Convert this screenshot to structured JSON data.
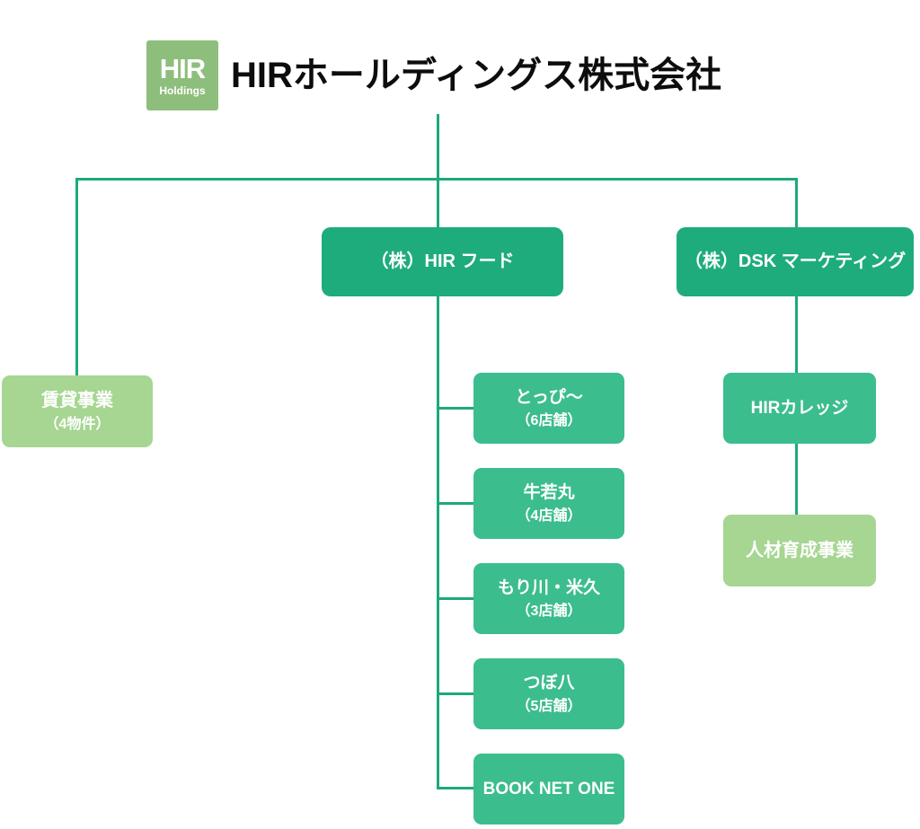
{
  "header": {
    "logo": {
      "line1": "HIR",
      "line2": "Holdings"
    },
    "title": "HIRホールディングス株式会社"
  },
  "tree": {
    "rental": {
      "label": "賃貸事業",
      "sublabel": "（4物件）"
    },
    "food": {
      "label": "（株）HIR フード",
      "children": [
        {
          "label": "とっぴ〜",
          "sublabel": "（6店舗）"
        },
        {
          "label": "牛若丸",
          "sublabel": "（4店舗）"
        },
        {
          "label": "もり川・米久",
          "sublabel": "（3店舗）"
        },
        {
          "label": "つぼ八",
          "sublabel": "（5店舗）"
        },
        {
          "label": "BOOK NET ONE",
          "sublabel": ""
        }
      ]
    },
    "dsk": {
      "label": "（株）DSK マーケティング",
      "children": [
        {
          "label": "HIRカレッジ"
        },
        {
          "label": "人材育成事業"
        }
      ]
    }
  },
  "colors": {
    "parent_box": "#1fac7d",
    "child_box": "#3cbd8d",
    "light_box": "#a6d692",
    "logo_bg": "#8ebe7c",
    "connector_line": "#1ea97b",
    "title_text": "#0d0d0d",
    "box_text": "#ffffff"
  }
}
